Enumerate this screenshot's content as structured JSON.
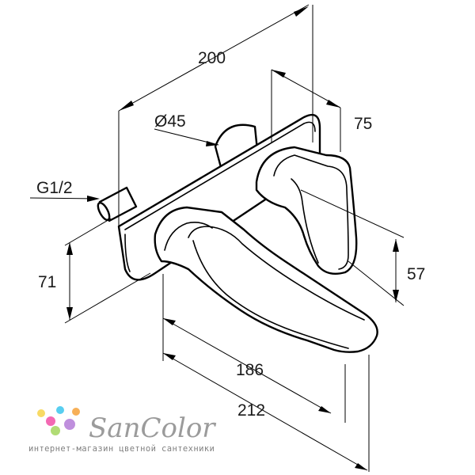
{
  "dimensions": {
    "width_total": "200",
    "depth_75": "75",
    "diameter": "Ø45",
    "thread": "G1/2",
    "height_71": "71",
    "height_57": "57",
    "spout_186": "186",
    "projection_212": "212"
  },
  "brand": {
    "name": "SanColor",
    "tagline": "интернет-магазин цветной сантехники",
    "dot_colors": [
      "#f7d44a",
      "#f24fa6",
      "#3cc6ee",
      "#a4d65e",
      "#b57cd8",
      "#f6a33b"
    ]
  }
}
